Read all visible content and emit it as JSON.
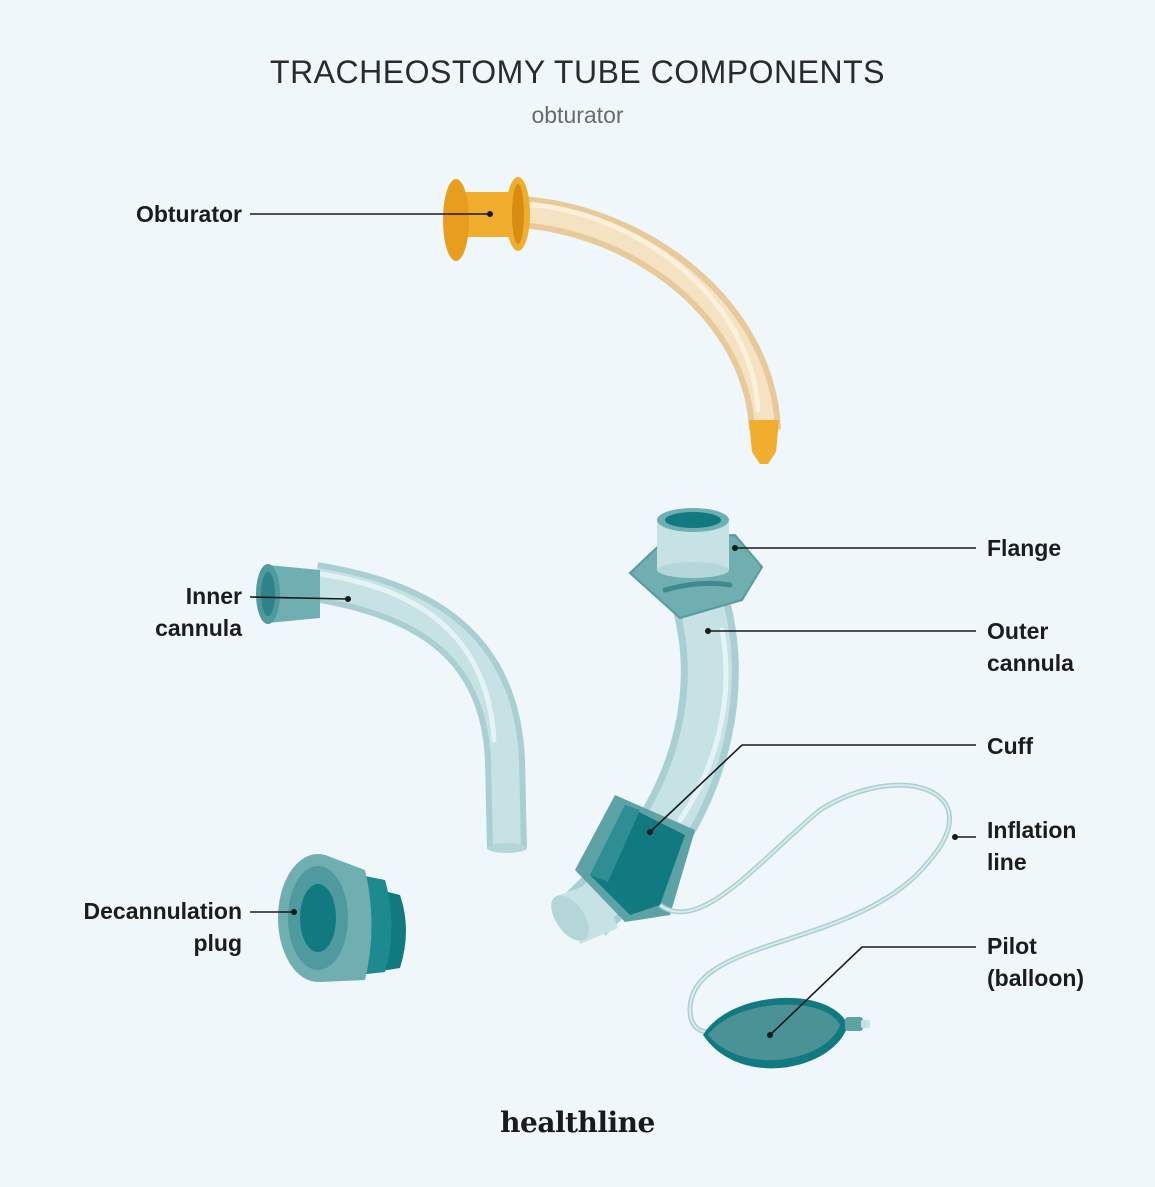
{
  "header": {
    "title": "TRACHEOSTOMY TUBE COMPONENTS",
    "subtitle": "obturator"
  },
  "labels": {
    "obturator": "Obturator",
    "inner_cannula_line1": "Inner",
    "inner_cannula_line2": "cannula",
    "decannulation_line1": "Decannulation",
    "decannulation_line2": "plug",
    "flange": "Flange",
    "outer_cannula_line1": "Outer",
    "outer_cannula_line2": "cannula",
    "cuff": "Cuff",
    "inflation_line1": "Inflation",
    "inflation_line2": "line",
    "pilot_line1": "Pilot",
    "pilot_line2": "(balloon)"
  },
  "brand": "healthline",
  "colors": {
    "background": "#eff7fa",
    "obturator_orange": "#f0ad2e",
    "obturator_tube": "#f3d9b0",
    "teal_dark": "#117a80",
    "teal_mid": "#5da3a6",
    "tube_light": "#c4e0e2"
  }
}
